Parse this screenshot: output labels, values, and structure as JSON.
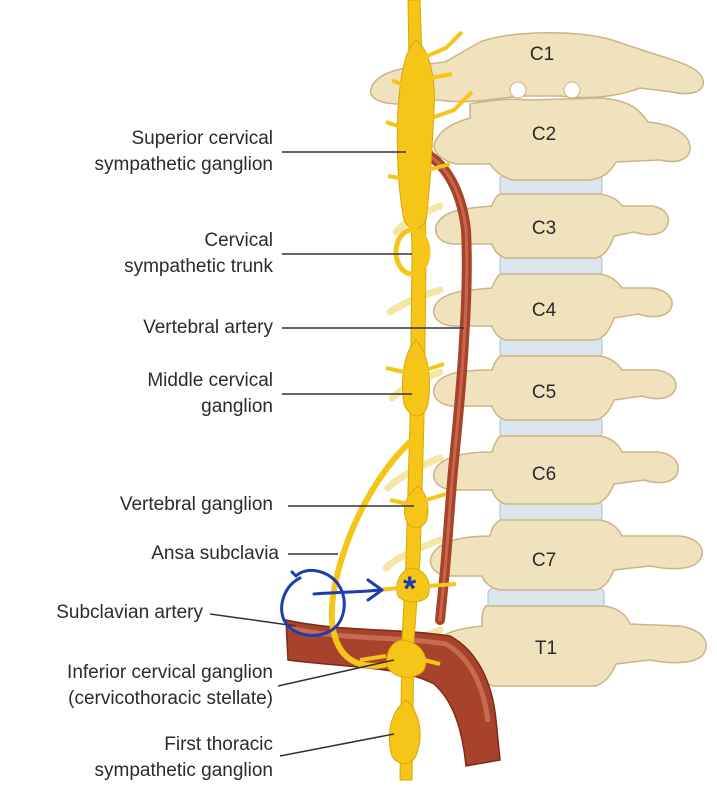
{
  "colors": {
    "bone": "#f0e2bd",
    "bone_edge": "#c9b586",
    "disc": "#dce6ef",
    "ganglion": "#f5c518",
    "artery": "#a8432b",
    "annotation": "#1f3bb3",
    "leader": "#333333"
  },
  "vertebrae": [
    "C1",
    "C2",
    "C3",
    "C4",
    "C5",
    "C6",
    "C7",
    "T1"
  ],
  "labels": {
    "superior_cervical": [
      "Superior cervical",
      "sympathetic ganglion"
    ],
    "cervical_trunk": [
      "Cervical",
      "sympathetic trunk"
    ],
    "vertebral_artery": [
      "Vertebral artery"
    ],
    "middle_cervical": [
      "Middle cervical",
      "ganglion"
    ],
    "vertebral_ganglion": [
      "Vertebral ganglion"
    ],
    "ansa_subclavia": [
      "Ansa subclavia"
    ],
    "subclavian_artery": [
      "Subclavian artery"
    ],
    "inferior_cervical": [
      "Inferior cervical ganglion",
      "(cervicothoracic stellate)"
    ],
    "first_thoracic": [
      "First thoracic",
      "sympathetic ganglion"
    ]
  },
  "annotation": {
    "mark": "*"
  }
}
